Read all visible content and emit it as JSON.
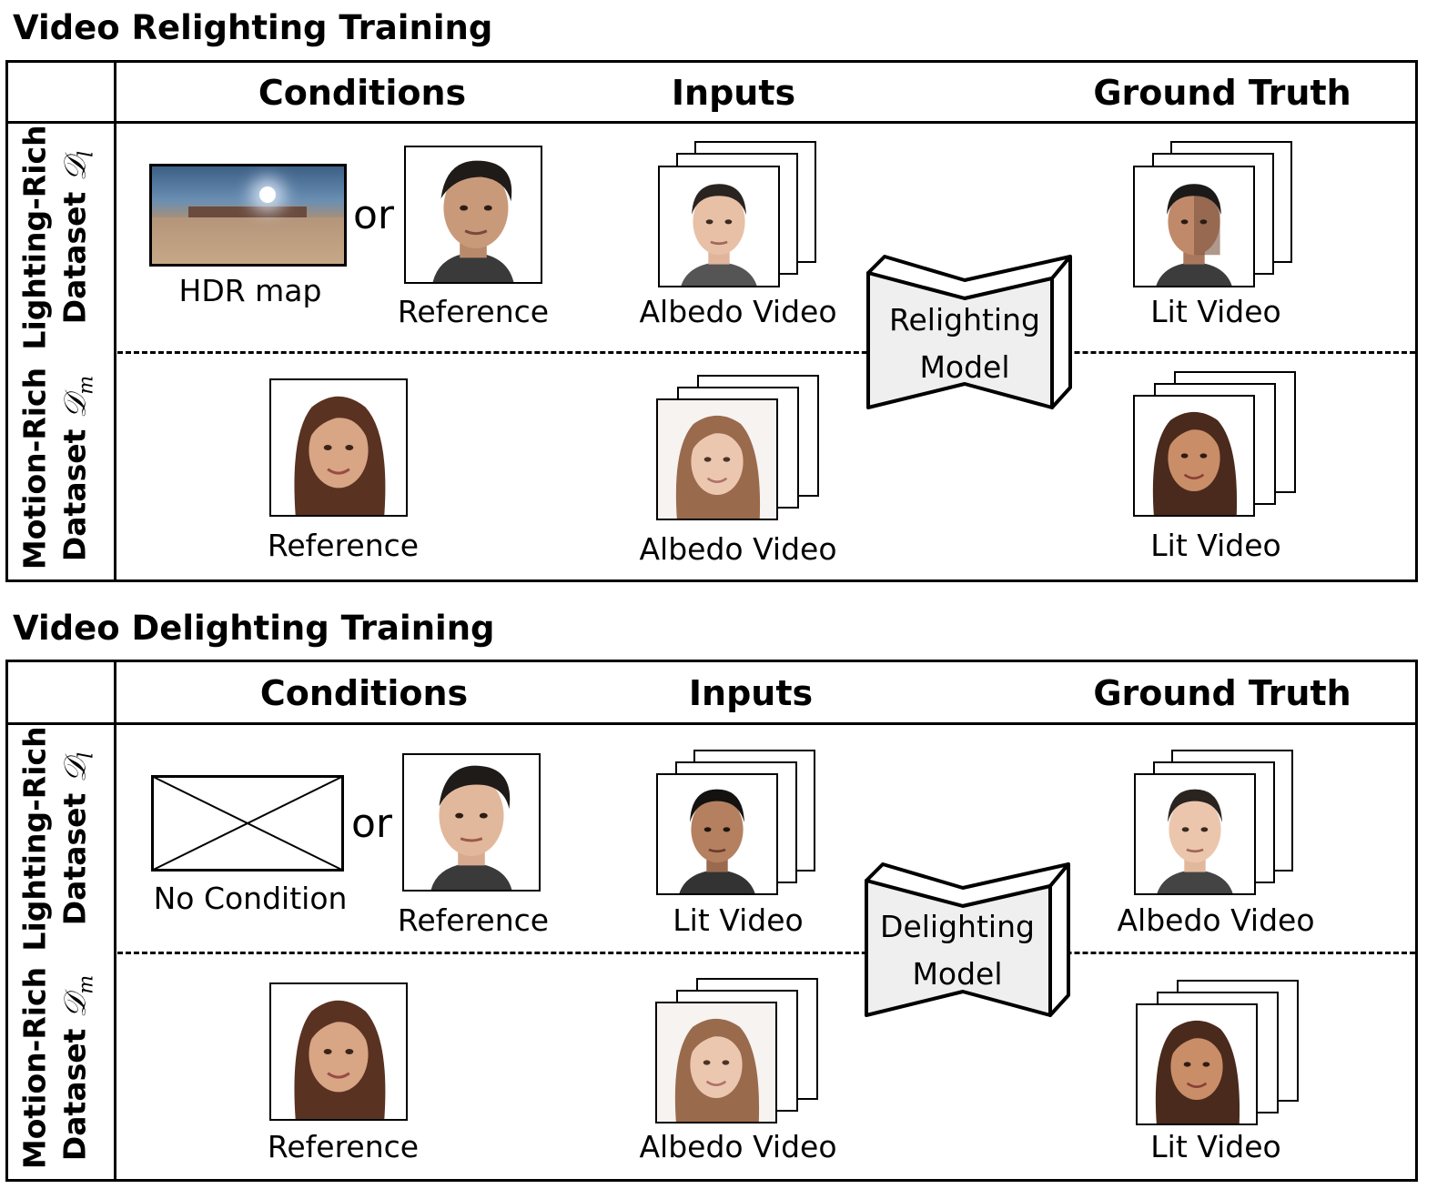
{
  "relighting": {
    "title": "Video Relighting Training",
    "col_conditions": "Conditions",
    "col_inputs": "Inputs",
    "col_ground_truth": "Ground Truth",
    "row1_label_line1": "Lighting-Rich",
    "row1_label_line2": "Dataset",
    "row1_symbol": "𝒟",
    "row1_sub": "l",
    "row2_label_line1": "Motion-Rich",
    "row2_label_line2": "Dataset",
    "row2_symbol": "𝒟",
    "row2_sub": "m",
    "hdr_caption": "HDR map",
    "or": "or",
    "reference": "Reference",
    "albedo_video": "Albedo Video",
    "lit_video": "Lit Video",
    "model_line1": "Relighting",
    "model_line2": "Model"
  },
  "delighting": {
    "title": "Video Delighting Training",
    "col_conditions": "Conditions",
    "col_inputs": "Inputs",
    "col_ground_truth": "Ground Truth",
    "row1_label_line1": "Lighting-Rich",
    "row1_label_line2": "Dataset",
    "row1_symbol": "𝒟",
    "row1_sub": "l",
    "row2_label_line1": "Motion-Rich",
    "row2_label_line2": "Dataset",
    "row2_symbol": "𝒟",
    "row2_sub": "m",
    "no_condition": "No Condition",
    "or": "or",
    "reference": "Reference",
    "lit_video": "Lit Video",
    "albedo_video": "Albedo Video",
    "model_line1": "Delighting",
    "model_line2": "Model"
  }
}
